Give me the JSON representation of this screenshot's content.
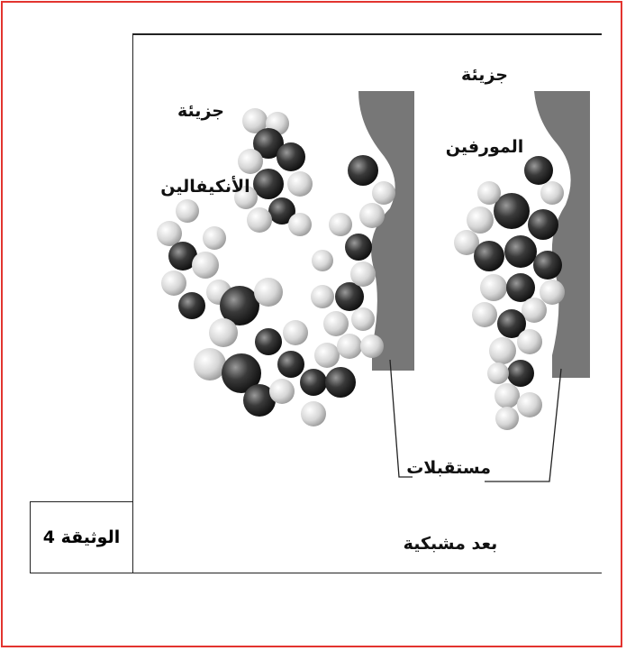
{
  "document_label": "الوثيقة 4",
  "caption": "بعد مشبكية",
  "labels": {
    "acetylcholine_line1": "جزيئة",
    "acetylcholine_line2": "الأنكيفالين",
    "morphine_line1": "جزيئة",
    "morphine_line2": "المورفين",
    "receptors": "مستقبلات"
  },
  "colors": {
    "frame": "#e3342f",
    "receptor": "#777777",
    "atom_dark": "#2a2a2a",
    "atom_mid": "#6e6e6e",
    "atom_light": "#d8d8d8"
  }
}
